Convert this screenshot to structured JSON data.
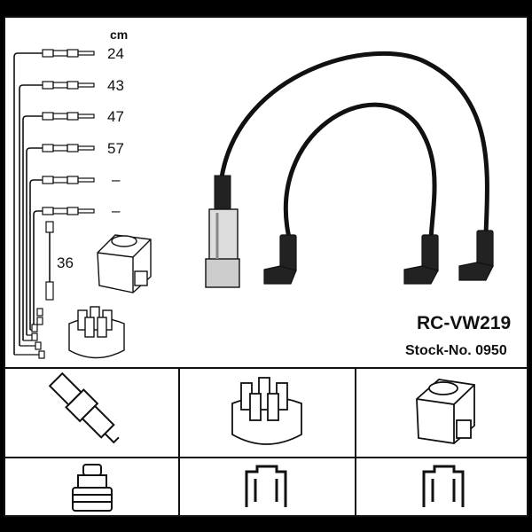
{
  "header": {
    "unit": "cm"
  },
  "lengths": [
    "24",
    "43",
    "47",
    "57",
    "–",
    "–"
  ],
  "coil_lead_length": "36",
  "product": {
    "code": "RC-VW219",
    "stock": "Stock-No. 0950"
  },
  "colors": {
    "ink": "#111111",
    "paper": "#ffffff",
    "frame": "#000000"
  },
  "icons": {
    "top_left": "ignition-lead-set-diagram",
    "coil": "ignition-coil-icon",
    "cap": "distributor-cap-icon",
    "spark_plug": "spark-plug-icon",
    "terminal": "plug-terminal-icon",
    "connector_left": "connector-profile-icon",
    "connector_right": "connector-profile-icon"
  }
}
